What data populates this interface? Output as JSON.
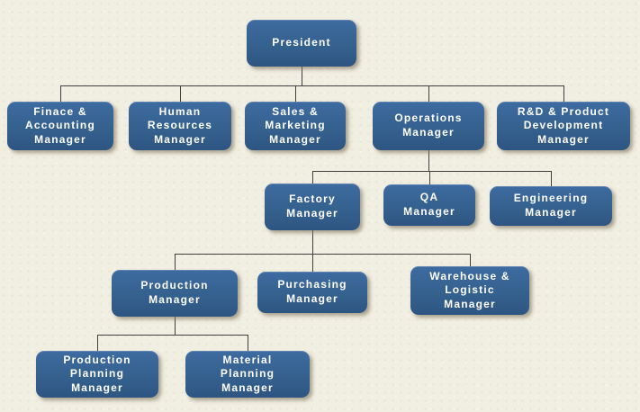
{
  "colors": {
    "box_fill": "#35618E",
    "box_text": "#FFFFFF",
    "background": "#F1EEE2",
    "connector": "#404040"
  },
  "nodes": [
    {
      "id": "president",
      "label": "President",
      "parent": null
    },
    {
      "id": "finance-accounting-manager",
      "label": "Finace &\nAccounting\nManager",
      "parent": "president"
    },
    {
      "id": "human-resources-manager",
      "label": "Human\nResources\nManager",
      "parent": "president"
    },
    {
      "id": "sales-marketing-manager",
      "label": "Sales &\nMarketing\nManager",
      "parent": "president"
    },
    {
      "id": "operations-manager",
      "label": "Operations\nManager",
      "parent": "president"
    },
    {
      "id": "rnd-product-development-manager",
      "label": "R&D & Product\nDevelopment\nManager",
      "parent": "president"
    },
    {
      "id": "factory-manager",
      "label": "Factory\nManager",
      "parent": "operations-manager"
    },
    {
      "id": "qa-manager",
      "label": "QA\nManager",
      "parent": "operations-manager"
    },
    {
      "id": "engineering-manager",
      "label": "Engineering\nManager",
      "parent": "operations-manager"
    },
    {
      "id": "production-manager",
      "label": "Production\nManager",
      "parent": "factory-manager"
    },
    {
      "id": "purchasing-manager",
      "label": "Purchasing\nManager",
      "parent": "factory-manager"
    },
    {
      "id": "warehouse-logistic-manager",
      "label": "Warehouse &\nLogistic\nManager",
      "parent": "factory-manager"
    },
    {
      "id": "production-planning-manager",
      "label": "Production\nPlanning\nManager",
      "parent": "production-manager"
    },
    {
      "id": "material-planning-manager",
      "label": "Material\nPlanning\nManager",
      "parent": "production-manager"
    }
  ]
}
